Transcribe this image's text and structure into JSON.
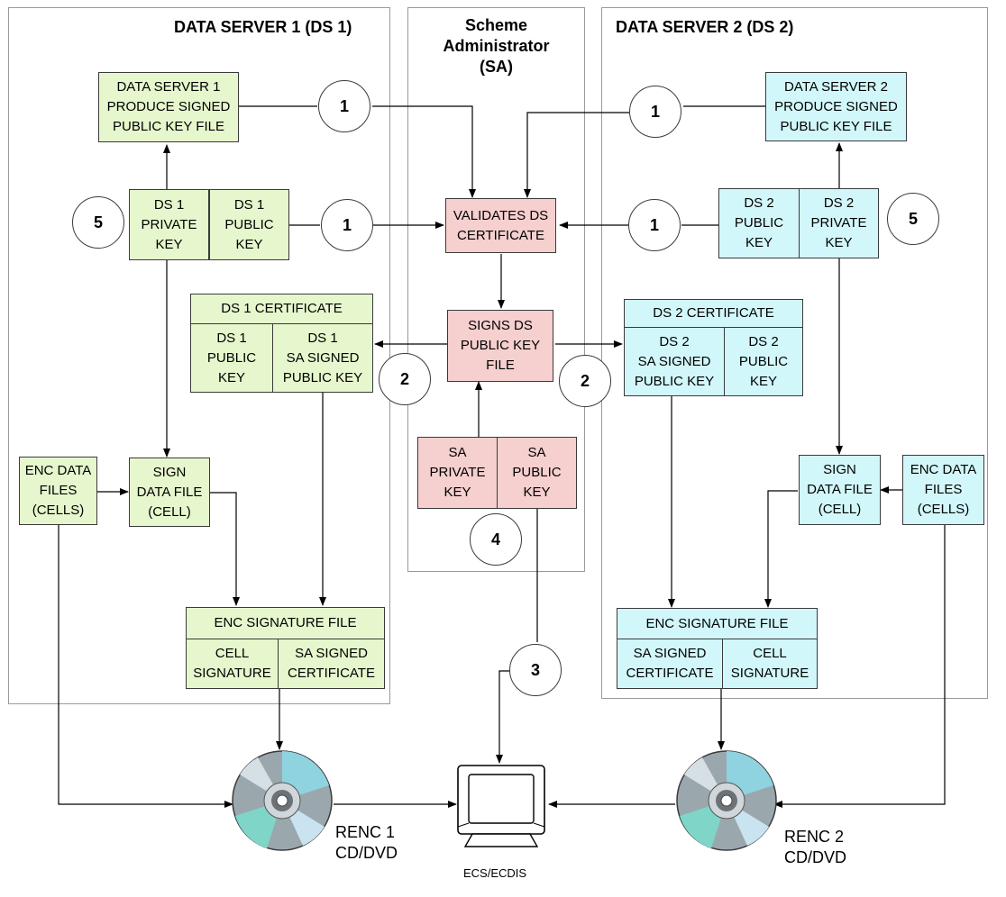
{
  "regions": {
    "ds1": {
      "title": "DATA SERVER 1 (DS 1)"
    },
    "sa": {
      "title": "Scheme\nAdministrator\n(SA)"
    },
    "ds2": {
      "title": "DATA SERVER 2 (DS 2)"
    }
  },
  "ds1": {
    "produce": "DATA SERVER 1\nPRODUCE SIGNED\nPUBLIC KEY FILE",
    "private_key": "DS 1\nPRIVATE\nKEY",
    "public_key": "DS 1\nPUBLIC\nKEY",
    "cert_header": "DS 1 CERTIFICATE",
    "cert_public_key": "DS 1\nPUBLIC\nKEY",
    "cert_sa_signed": "DS 1\nSA SIGNED\nPUBLIC KEY",
    "enc_files": "ENC DATA\nFILES\n(CELLS)",
    "sign_file": "SIGN\nDATA FILE\n(CELL)",
    "sig_header": "ENC SIGNATURE FILE",
    "sig_cell": "CELL\nSIGNATURE",
    "sig_cert": "SA SIGNED\nCERTIFICATE",
    "media": "RENC 1\nCD/DVD"
  },
  "sa": {
    "validates": "VALIDATES DS\nCERTIFICATE",
    "signs": "SIGNS DS\nPUBLIC KEY\nFILE",
    "private_key": "SA\nPRIVATE\nKEY",
    "public_key": "SA\nPUBLIC\nKEY"
  },
  "ds2": {
    "produce": "DATA SERVER  2\nPRODUCE SIGNED\nPUBLIC KEY FILE",
    "public_key": "DS 2\nPUBLIC\nKEY",
    "private_key": "DS 2\nPRIVATE\nKEY",
    "cert_header": "DS 2 CERTIFICATE",
    "cert_sa_signed": "DS 2\nSA SIGNED\nPUBLIC KEY",
    "cert_public_key": "DS 2\nPUBLIC\nKEY",
    "sign_file": "SIGN\nDATA FILE\n(CELL)",
    "enc_files": "ENC DATA\nFILES\n(CELLS)",
    "sig_header": "ENC SIGNATURE FILE",
    "sig_cert": "SA SIGNED\nCERTIFICATE",
    "sig_cell": "CELL\nSIGNATURE",
    "media": "RENC 2\nCD/DVD"
  },
  "steps": {
    "ds1_produce": "1",
    "ds1_pubkey": "1",
    "ds2_produce": "1",
    "ds2_pubkey": "1",
    "cert_left": "2",
    "cert_right": "2",
    "to_ecdis": "3",
    "sa_keys": "4",
    "ds1_private": "5",
    "ds2_private": "5"
  },
  "terminal": {
    "label": "ECS/ECDIS"
  },
  "colors": {
    "ds1_fill": "#e6f7cd",
    "sa_fill": "#f6cfcf",
    "ds2_fill": "#d2f7fa"
  },
  "icons": {
    "disc": "cd-disc-icon",
    "terminal": "computer-monitor-icon"
  }
}
